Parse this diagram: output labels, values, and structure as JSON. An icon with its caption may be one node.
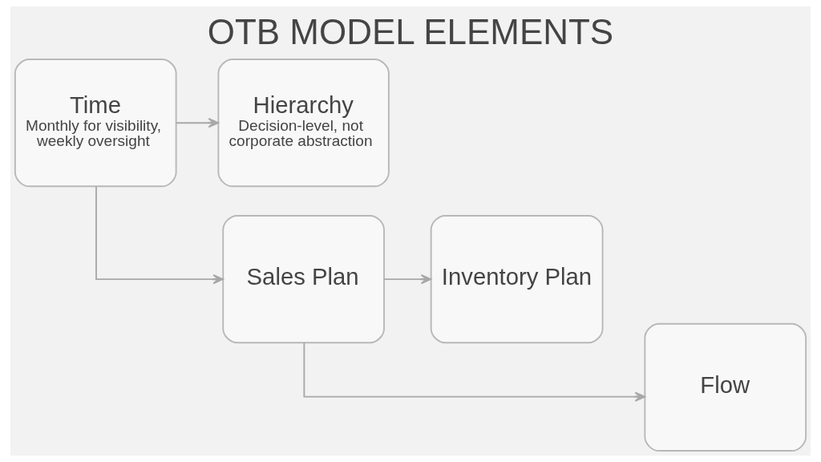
{
  "diagram": {
    "title": "OTB MODEL ELEMENTS",
    "nodes": [
      {
        "text": [
          "Time",
          "Monthly for visibility, weekly oversight"
        ]
      },
      {
        "text": [
          "Hierarchy",
          "Decision-level, not corporate abstraction"
        ]
      },
      {
        "text": [
          "Sales Plan"
        ]
      },
      {
        "text": [
          "Inventory Plan"
        ]
      },
      {
        "text": [
          "Flow"
        ]
      }
    ],
    "edges": [
      {
        "from": 0,
        "to": 1,
        "arrow": "to"
      },
      {
        "from": 0,
        "to": 2,
        "arrow": "to"
      },
      {
        "from": 2,
        "to": 3,
        "arrow": "to"
      },
      {
        "from": 2,
        "to": 4,
        "arrow": "to"
      }
    ]
  }
}
